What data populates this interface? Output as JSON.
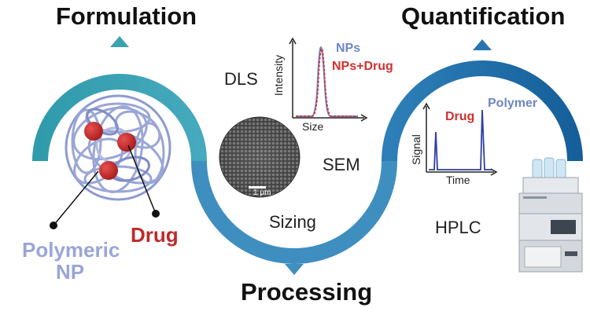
{
  "stages": {
    "formulation": "Formulation",
    "processing": "Processing",
    "quantification": "Quantification"
  },
  "labels": {
    "polymeric_np": [
      "Polymeric",
      "NP"
    ],
    "drug": "Drug",
    "dls": "DLS",
    "sem": "SEM",
    "sizing": "Sizing",
    "hplc": "HPLC",
    "scale_bar": "1 μm"
  },
  "dls_plot": {
    "ylabel": "Intensity",
    "xlabel": "Size",
    "legend": [
      "NPs",
      "NPs+Drug"
    ]
  },
  "hplc_plot": {
    "ylabel": "Signal",
    "xlabel": "Time",
    "peak_labels": [
      "Drug",
      "Polymer"
    ]
  },
  "colors": {
    "arc_left": "#3aa2b0",
    "arc_middle": "#3f86bd",
    "arc_right": "#1f6fa8",
    "polymer": "#9aa6d6",
    "drug": "#c0292a"
  }
}
